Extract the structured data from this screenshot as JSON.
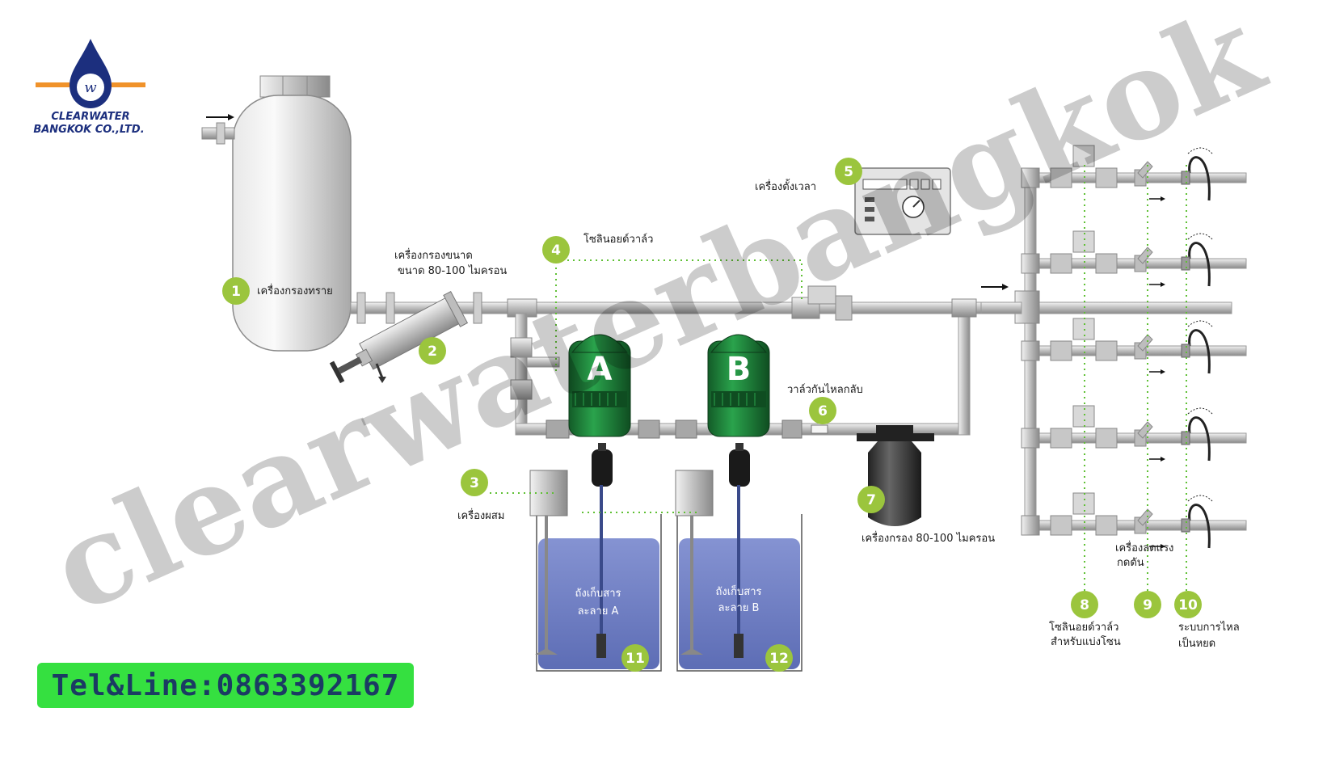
{
  "logo": {
    "line1": "CLEARWATER",
    "line2": "BANGKOK CO.,LTD.",
    "colors": {
      "navy": "#1c2f7e",
      "orange": "#f0922a"
    }
  },
  "watermark": "clearwaterbangkok",
  "contact": "Tel&Line:0863392167",
  "components": [
    {
      "num": "1",
      "label": "เครื่องกรองทราย"
    },
    {
      "num": "2",
      "label_line1": "เครื่องกรองขนาด",
      "label_line2": "ขนาด 80-100 ไมครอน"
    },
    {
      "num": "3",
      "label": "เครื่องผสม"
    },
    {
      "num": "4",
      "label": "โซลินอยด์วาล์ว"
    },
    {
      "num": "5",
      "label": "เครื่องตั้งเวลา"
    },
    {
      "num": "6",
      "label": "วาล์วกันไหลกลับ"
    },
    {
      "num": "7",
      "label": "เครื่องกรอง 80-100 ไมครอน"
    },
    {
      "num": "8",
      "label_line1": "โซลินอยด์วาล์ว",
      "label_line2": "สำหรับแบ่งโซน"
    },
    {
      "num": "9",
      "label_line1": "เครื่องลดแรง",
      "label_line2": "กดดัน"
    },
    {
      "num": "10",
      "label_line1": "ระบบการไหล",
      "label_line2": "เป็นหยด"
    },
    {
      "num": "11",
      "label_line1": "ถังเก็บสาร",
      "label_line2": "ละลาย A"
    },
    {
      "num": "12",
      "label_line1": "ถังเก็บสาร",
      "label_line2": "ละลาย B"
    }
  ],
  "pumps": {
    "a": "A",
    "b": "B"
  },
  "colors": {
    "badge": "#9bc53d",
    "pump": "#1e8a3e",
    "tank_liquid": "#6f7fc4",
    "pipe": "#c8c8c8",
    "tel_bg": "#35e040"
  }
}
